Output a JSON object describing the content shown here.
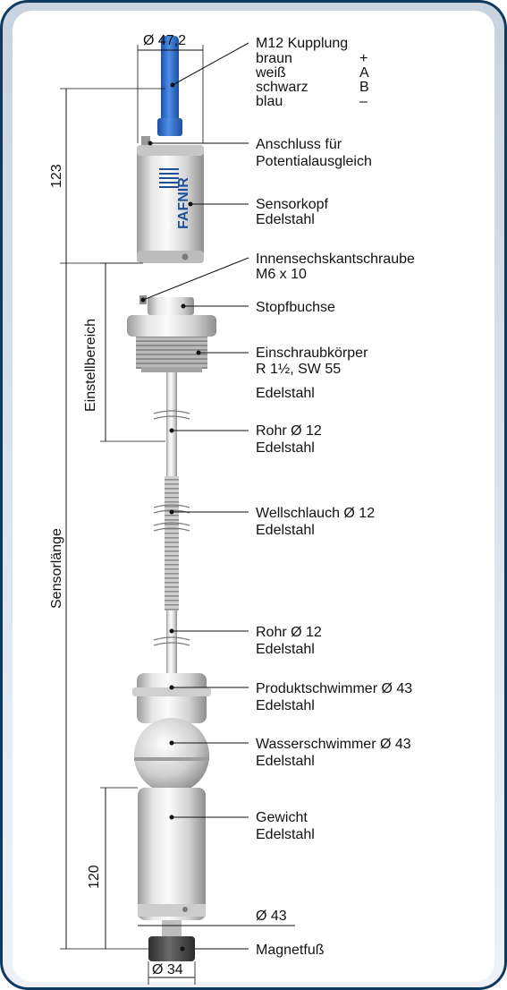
{
  "colors": {
    "frame": "#0f3a60",
    "panel_gradient_top": "#c9d3e0",
    "panel_gradient_bottom": "#e9edf3",
    "cable_blue": "#2f6fd0",
    "steel_light": "#f2f2f2",
    "steel_dark": "#a8a8a8",
    "magnet_dark": "#4a4a4a",
    "logo_blue": "#1d4f9a"
  },
  "logo_text": "FAFNIR",
  "dimensions": {
    "top_diameter": "Ø 47,2",
    "head_height": "123",
    "adjust_range": "Einstellbereich",
    "sensor_length": "Sensorlänge",
    "weight_height": "120",
    "weight_diameter": "Ø 43",
    "magnet_diameter": "Ø 34"
  },
  "coupling": {
    "title": "M12 Kupplung",
    "wires": [
      {
        "color": "braun",
        "signal": "+"
      },
      {
        "color": "weiß",
        "signal": "A"
      },
      {
        "color": "schwarz",
        "signal": "B"
      },
      {
        "color": "blau",
        "signal": "–"
      }
    ]
  },
  "labels": {
    "equipotential": [
      "Anschluss für",
      "Potentialausgleich"
    ],
    "head": [
      "Sensorkopf",
      "Edelstahl"
    ],
    "hex_screw": [
      "Innensechskantschraube",
      "M6 x 10"
    ],
    "gland": [
      "Stopfbuchse"
    ],
    "screw_body": [
      "Einschraubkörper",
      "R 1½, SW 55",
      "Edelstahl"
    ],
    "tube1": [
      "Rohr Ø 12",
      "Edelstahl"
    ],
    "hose": [
      "Wellschlauch Ø 12",
      "Edelstahl"
    ],
    "tube2": [
      "Rohr Ø 12",
      "Edelstahl"
    ],
    "product_float": [
      "Produktschwimmer Ø 43",
      "Edelstahl"
    ],
    "water_float": [
      "Wasserschwimmer Ø 43",
      "Edelstahl"
    ],
    "weight": [
      "Gewicht",
      "Edelstahl"
    ],
    "magnet_foot": [
      "Magnetfuß"
    ]
  }
}
